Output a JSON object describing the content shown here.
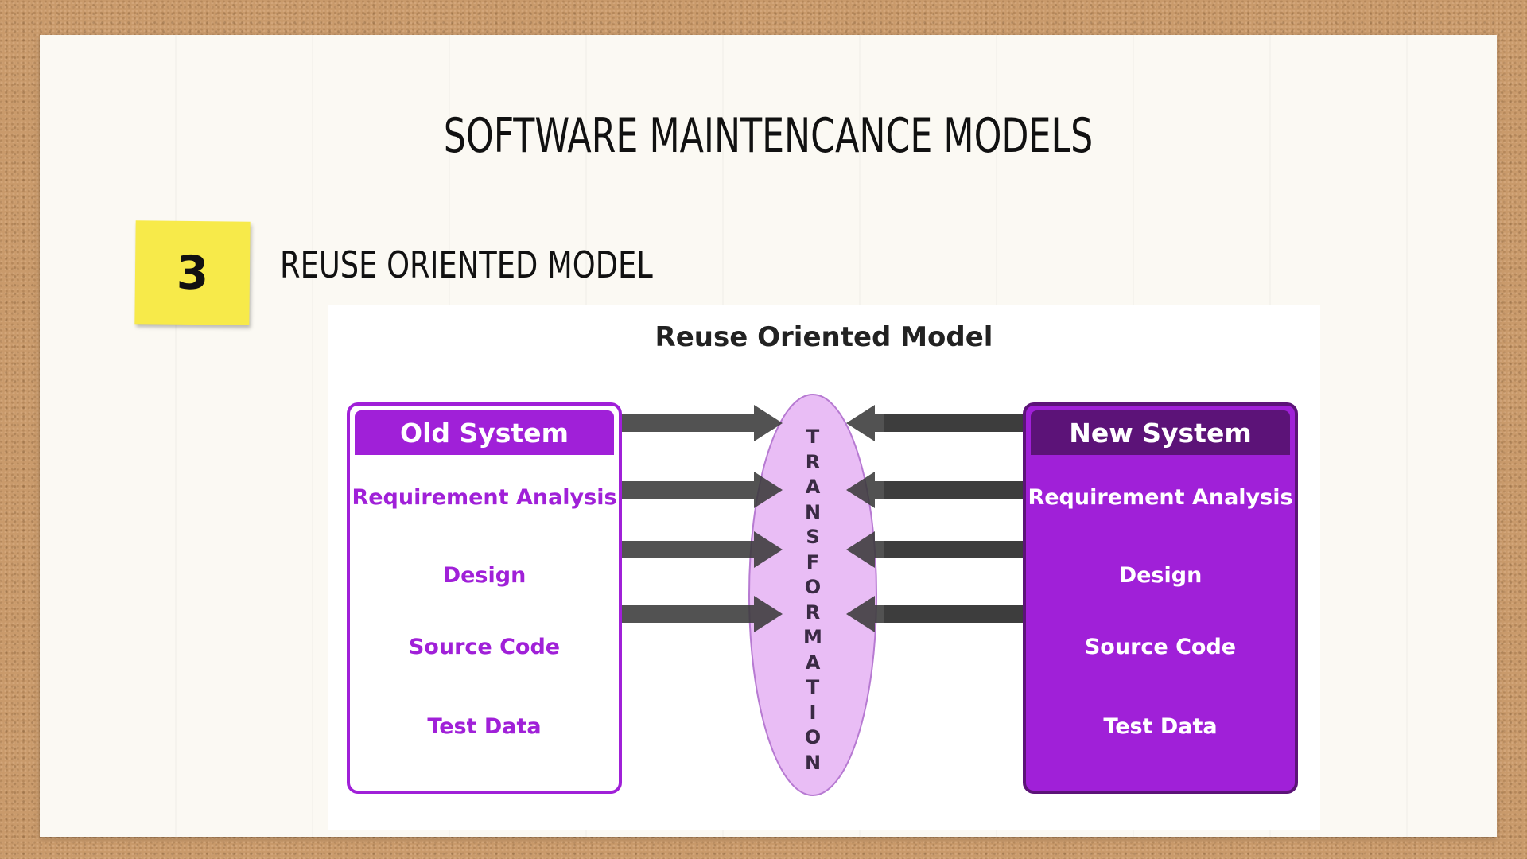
{
  "slide": {
    "title": "SOFTWARE MAINTENCANCE MODELS",
    "number": "3",
    "section_heading": "REUSE ORIENTED MODEL"
  },
  "diagram": {
    "title": "Reuse Oriented Model",
    "old_system": {
      "label": "Old System",
      "items": [
        "Requirement Analysis",
        "Design",
        "Source Code",
        "Test Data"
      ]
    },
    "new_system": {
      "label": "New System",
      "items": [
        "Requirement Analysis",
        "Design",
        "Source Code",
        "Test Data"
      ]
    },
    "transformation": {
      "letters": [
        "T",
        "R",
        "A",
        "N",
        "S",
        "F",
        "O",
        "R",
        "M",
        "A",
        "T",
        "I",
        "O",
        "N"
      ]
    },
    "colors": {
      "purple": "#a020d8",
      "dark_purple": "#5c1378",
      "lavender": "#e9bdf5",
      "arrow": "#3a3a3a"
    }
  }
}
